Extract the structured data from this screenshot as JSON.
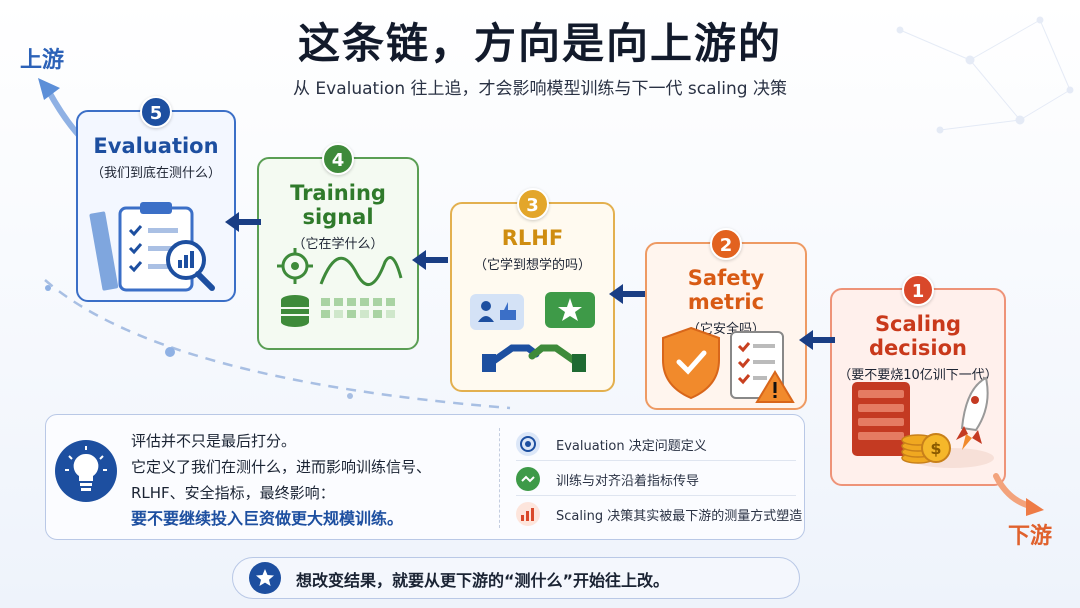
{
  "title": "这条链，方向是向上游的",
  "subtitle": "从 Evaluation 往上追，才会影响模型训练与下一代 scaling 决策",
  "direction": {
    "up": "上游",
    "down": "下游"
  },
  "cards": {
    "c5": {
      "num": "5",
      "title": "Evaluation",
      "sub": "（我们到底在测什么）",
      "icon": "clipboard-magnifier-icon"
    },
    "c4": {
      "num": "4",
      "title": "Training signal",
      "sub": "（它在学什么）",
      "icon": "target-chart-icon"
    },
    "c3": {
      "num": "3",
      "title": "RLHF",
      "sub": "（它学到想学的吗）",
      "icon": "handshake-feedback-icon"
    },
    "c2": {
      "num": "2",
      "title": "Safety metric",
      "sub": "（它安全吗）",
      "icon": "shield-checklist-icon"
    },
    "c1": {
      "num": "1",
      "title": "Scaling decision",
      "sub": "（要不要烧10亿训下一代）",
      "icon": "server-rocket-icon"
    }
  },
  "info": {
    "line1": "评估并不只是最后打分。",
    "line2": "它定义了我们在测什么，进而影响训练信号、",
    "line3": "RLHF、安全指标，最终影响：",
    "line4": "要不要继续投入巨资做更大规模训练。",
    "list": [
      {
        "text": "Evaluation  决定问题定义",
        "icon": "target-icon"
      },
      {
        "text": "训练与对齐沿着指标传导",
        "icon": "arrow-flow-icon"
      },
      {
        "text": "Scaling  决策其实被最下游的测量方式塑造",
        "icon": "bar-chart-icon"
      }
    ]
  },
  "tip": "想改变结果，就要从更下游的“测什么”开始往上改。",
  "colors": {
    "blue": "#1d4fa0",
    "green": "#3e8a3a",
    "yellow": "#e3a62b",
    "orange": "#e2621f",
    "red": "#d9482a"
  }
}
